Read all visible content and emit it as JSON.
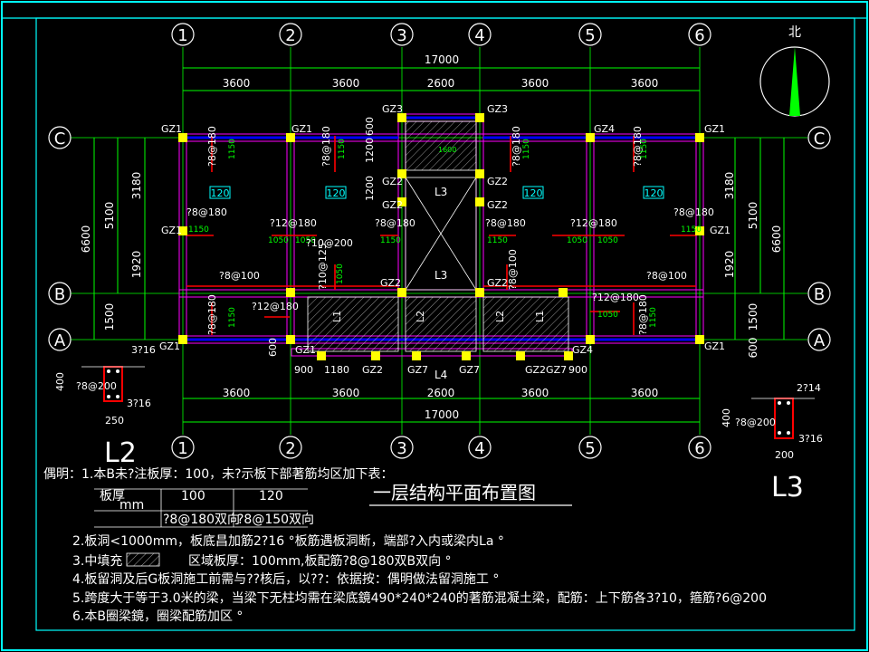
{
  "drawing_title": "一层结构平面布置图",
  "north_label": "北",
  "axes_x": [
    "1",
    "2",
    "3",
    "4",
    "5",
    "6"
  ],
  "axes_y": [
    "C",
    "B",
    "A"
  ],
  "dims_top": {
    "total": "17000",
    "spans": [
      "3600",
      "3600",
      "2600",
      "3600",
      "3600"
    ]
  },
  "dims_bottom": {
    "total": "17000",
    "spans": [
      "3600",
      "3600",
      "2600",
      "3600",
      "3600"
    ]
  },
  "dims_left": {
    "total": "6600",
    "mid": "5100",
    "spans": [
      "3180",
      "1920",
      "1500"
    ]
  },
  "dims_right": {
    "total": "6600",
    "mid": "5100",
    "spans": [
      "3180",
      "1920",
      "1500",
      "600"
    ]
  },
  "stair_dims": [
    "600",
    "1200",
    "1200"
  ],
  "bottom_small_dims": [
    "600",
    "900",
    "1180",
    "900"
  ],
  "columns": {
    "gz1": "GZ1",
    "gz2": "GZ2",
    "gz3": "GZ3",
    "gz4": "GZ4",
    "gz7": "GZ7",
    "gz2gz7": "GZ2GZ7"
  },
  "beams": {
    "l1": "L1",
    "l2": "L2",
    "l3": "L3",
    "l4": "L4"
  },
  "slab_thickness": "120",
  "rebar_labels": {
    "r8_180": "?8@180",
    "r8_100": "?8@100",
    "r12_180": "?12@180",
    "r10_200": "?10@200",
    "r10_125": "?10@125",
    "len1150": "1150",
    "len1050": "1050",
    "len1600": "1600"
  },
  "section_l2": {
    "label": "L2",
    "height": "400",
    "width": "250",
    "top_bar": "3?16",
    "stirrup": "?8@200",
    "bottom_bar": "3?16"
  },
  "section_l3": {
    "label": "L3",
    "height": "400",
    "width": "200",
    "top_bar": "2?14",
    "stirrup": "?8@200",
    "bottom_bar": "3?16"
  },
  "notes": {
    "line1": "偶明：1.本B未?注板厚：100，未?示板下部著筋均区加下表：",
    "table_h1": "板厚",
    "table_h1_sub": "mm",
    "table_c1": "100",
    "table_c2": "120",
    "table_v1": "?8@180双向",
    "table_v2": "?8@150双向",
    "line2": "2.板洞<1000mm，板底昌加筋2?16 °板筋遇板洞断，端部?入内或梁内La °",
    "line3a": "3.中填充",
    "line3b": "区域板厚：100mm,板配筋?8@180双B双向 °",
    "line4": "4.板留洞及后G板洞施工前需与??核后，以??：依据按：偶明做法留洞施工 °",
    "line5": "5.跨度大于等于3.0米的梁，当梁下无柱均需在梁底鏡490*240*240的著筋混凝土梁，配筋：上下筋各3?10，箍筋?6@200",
    "line6": "6.本B圈梁鏡，圈梁配筋加区 °"
  }
}
